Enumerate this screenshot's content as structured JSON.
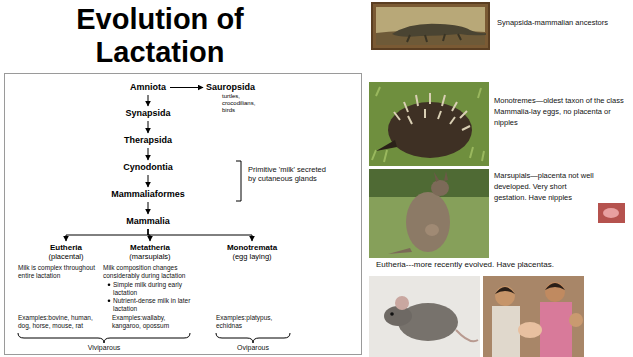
{
  "diagram": {
    "title": "Evolution of Lactation",
    "nodes": [
      {
        "text": [
          "Amniota"
        ]
      },
      {
        "text": [
          "Sauropsida",
          "turtles, crocodilians, birds"
        ]
      },
      {
        "text": [
          "Synapsida"
        ]
      },
      {
        "text": [
          "Therapsida"
        ]
      },
      {
        "text": [
          "Cynodontia"
        ]
      },
      {
        "text": [
          "Mammaliaformes"
        ]
      },
      {
        "text": [
          "Mammalia"
        ]
      },
      {
        "text": [
          "Eutheria",
          "(placental)"
        ]
      },
      {
        "text": [
          "Metatheria",
          "(marsupials)"
        ]
      },
      {
        "text": [
          "Monotremata",
          "(egg laying)"
        ]
      }
    ],
    "edges": [
      {
        "from": 0,
        "to": 1,
        "arrow": "to"
      },
      {
        "from": 0,
        "to": 2,
        "arrow": "to"
      },
      {
        "from": 2,
        "to": 3,
        "arrow": "to"
      },
      {
        "from": 3,
        "to": 4,
        "arrow": "to"
      },
      {
        "from": 4,
        "to": 5,
        "arrow": "to"
      },
      {
        "from": 5,
        "to": 6,
        "arrow": "to"
      },
      {
        "from": 6,
        "to": 7,
        "arrow": "to"
      },
      {
        "from": 6,
        "to": 8,
        "arrow": "to"
      },
      {
        "from": 6,
        "to": 9,
        "arrow": "to"
      }
    ],
    "labels": [
      "Primitive 'milk' secreted by cutaneous glands",
      "Milk is complex throughout entire lactation",
      "Milk composition changes considerably during lactation",
      "Simple milk during early lactation",
      "Nutrient-dense milk in later lactation",
      "Examples:bovine, human, dog, horse, mouse, rat",
      "Examples:wallaby, kangaroo, opossum",
      "Examples:platypus, echidnas",
      "Viviparous",
      "Oviparous",
      "Synapsida-mammalian ancestors",
      "Monotremes—oldest taxon of the class Mammalia-lay eggs, no placenta or nipples",
      "Marsupials—placenta not well developed. Very short gestation. Have nipples",
      "Eutheria---more recently evolved. Have placentas."
    ]
  }
}
